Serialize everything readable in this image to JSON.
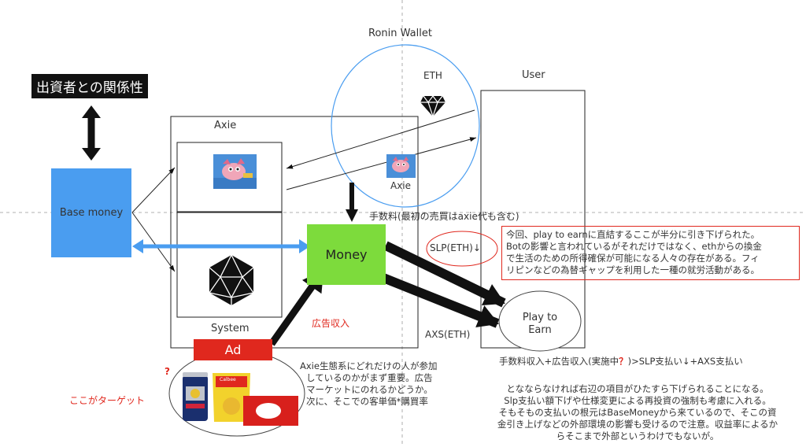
{
  "title": "出資者との関係性",
  "base_money": "Base money",
  "ronin_wallet": "Ronin Wallet",
  "eth": "ETH",
  "user": "User",
  "axie": "Axie",
  "axie_in_wallet": "Axie",
  "system": "System",
  "money": "Money",
  "fee_label": "手数料(最初の売買はaxie代も含む)",
  "slp_label": "SLP(ETH)↓",
  "axs_label": "AXS(ETH)",
  "play_to_earn": [
    "Play to",
    "Earn"
  ],
  "ad": "Ad",
  "ad_revenue": "広告収入",
  "question_mark": "?",
  "target": "ここがターゲット",
  "snack_brand": "Calbee",
  "note_red": [
    "今回、play to earnに直結するここが半分に引き下げられた。",
    "Botの影響と言われているがそれだけではなく、ethからの換金",
    "で生活のための所得確保が可能になる人々の存在がある。フィ",
    "リピンなどの為替ギャップを利用した一種の就労活動がある。"
  ],
  "ecosystem_text": [
    "Axie生態系にどれだけの人が参加",
    "しているのかがまず重要。広告",
    "マーケットにのれるかどうか。",
    "次に、そこでの客単価*購買率"
  ],
  "summary_line": [
    "手数料収入+広告収入(実施中",
    "？",
    ")>SLP支払い↓+AXS支払い"
  ],
  "summary_para": [
    "となならなければ右辺の項目がひたすら下げられることになる。",
    "Slp支払い額下げや仕様変更による再投資の強制も考慮に入れる。",
    "そもそもの支払いの根元はBaseMoneyから来ているので、そこの資",
    "金引き上げなどの外部環境の影響も受けるので注意。収益率によるか",
    "らそこまで外部というわけでもないが。"
  ],
  "colors": {
    "base": "#4a9df0",
    "money": "#7ddb3c",
    "ad": "#e0281e",
    "wallet_circle": "#4a9df0"
  }
}
